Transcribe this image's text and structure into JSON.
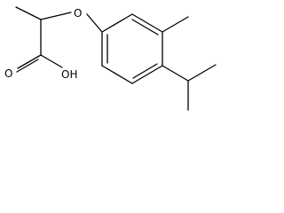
{
  "molecule": {
    "atom_labels": {
      "ether_oxygen": "O",
      "carbonyl_oxygen": "O",
      "hydroxyl": "OH"
    }
  }
}
